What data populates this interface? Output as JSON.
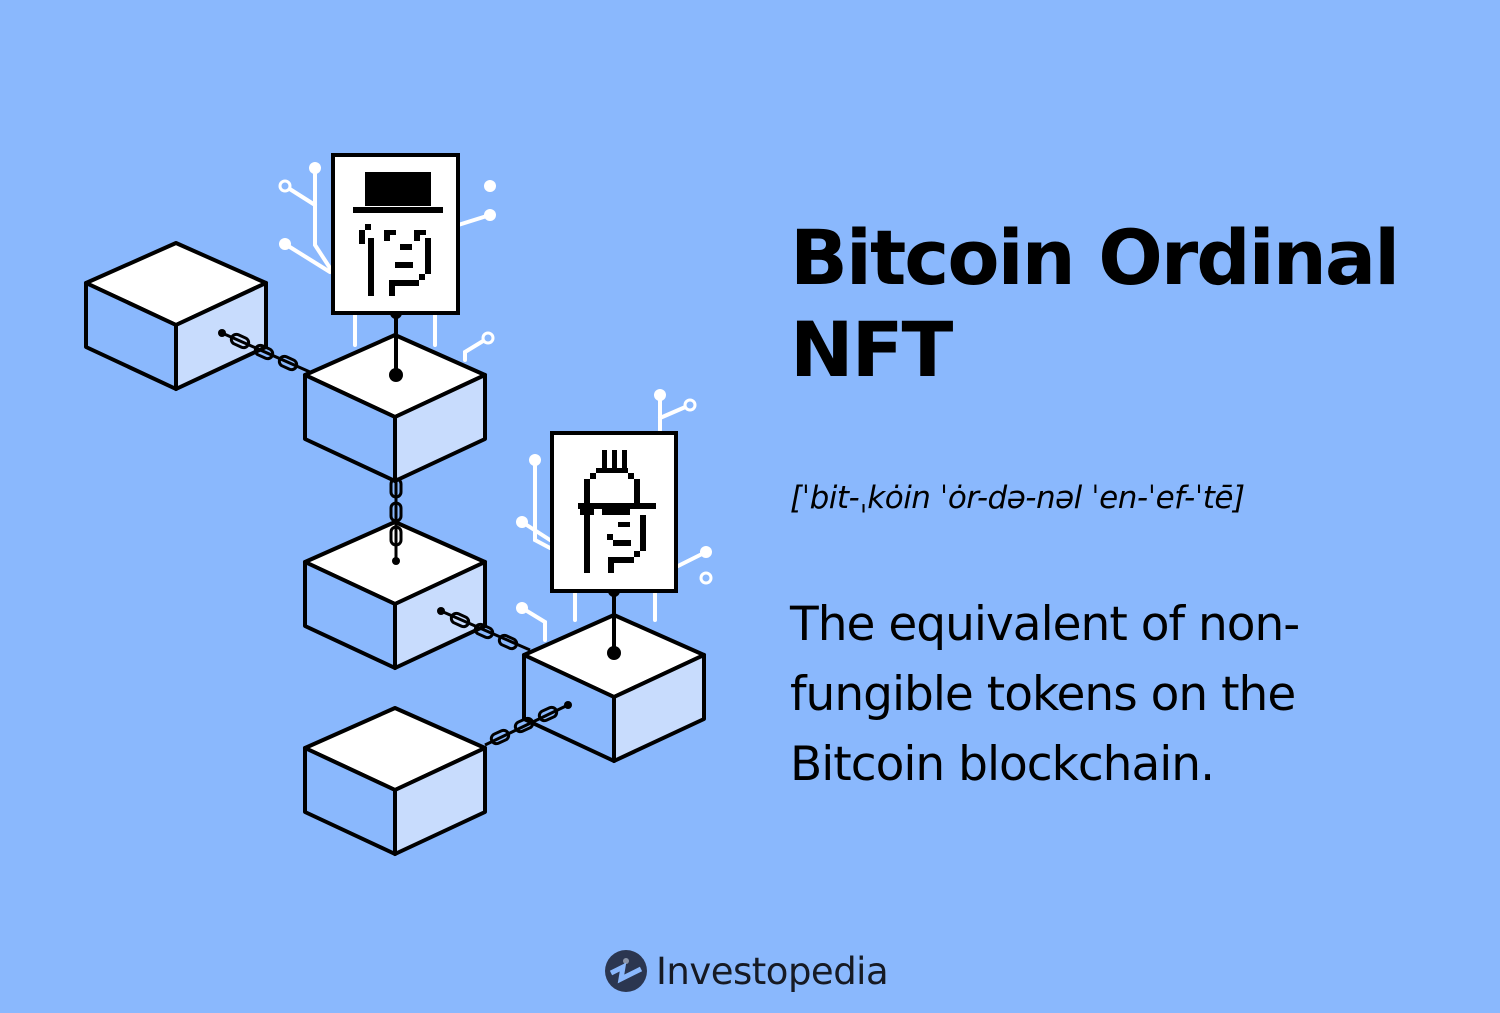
{
  "title": {
    "line1": "Bitcoin Ordinal",
    "line2": "NFT"
  },
  "pronunciation": "[ˈbit-ˌkȯin ˈȯr-də-nəl ˈen-ˈef-ˈtē]",
  "definition": "The equivalent of non-fungible tokens on the Bitcoin blockchain.",
  "brand": {
    "name": "Investopedia",
    "icon": "investopedia-logo-icon"
  },
  "illustration": {
    "description": "Blockchain of isometric blocks linked by chains, with two pixel-art NFT portraits attached to blocks",
    "blocks": 5,
    "nft_cards": [
      "top-hat-punk",
      "mohawk-sunglasses-punk"
    ]
  },
  "colors": {
    "background": "#8ab8fd",
    "block_top": "#ffffff",
    "block_left": "#8ab8fd",
    "block_right": "#c8dcfd",
    "stroke": "#000000",
    "circuit": "#ffffff",
    "logo": "#2b3650"
  }
}
